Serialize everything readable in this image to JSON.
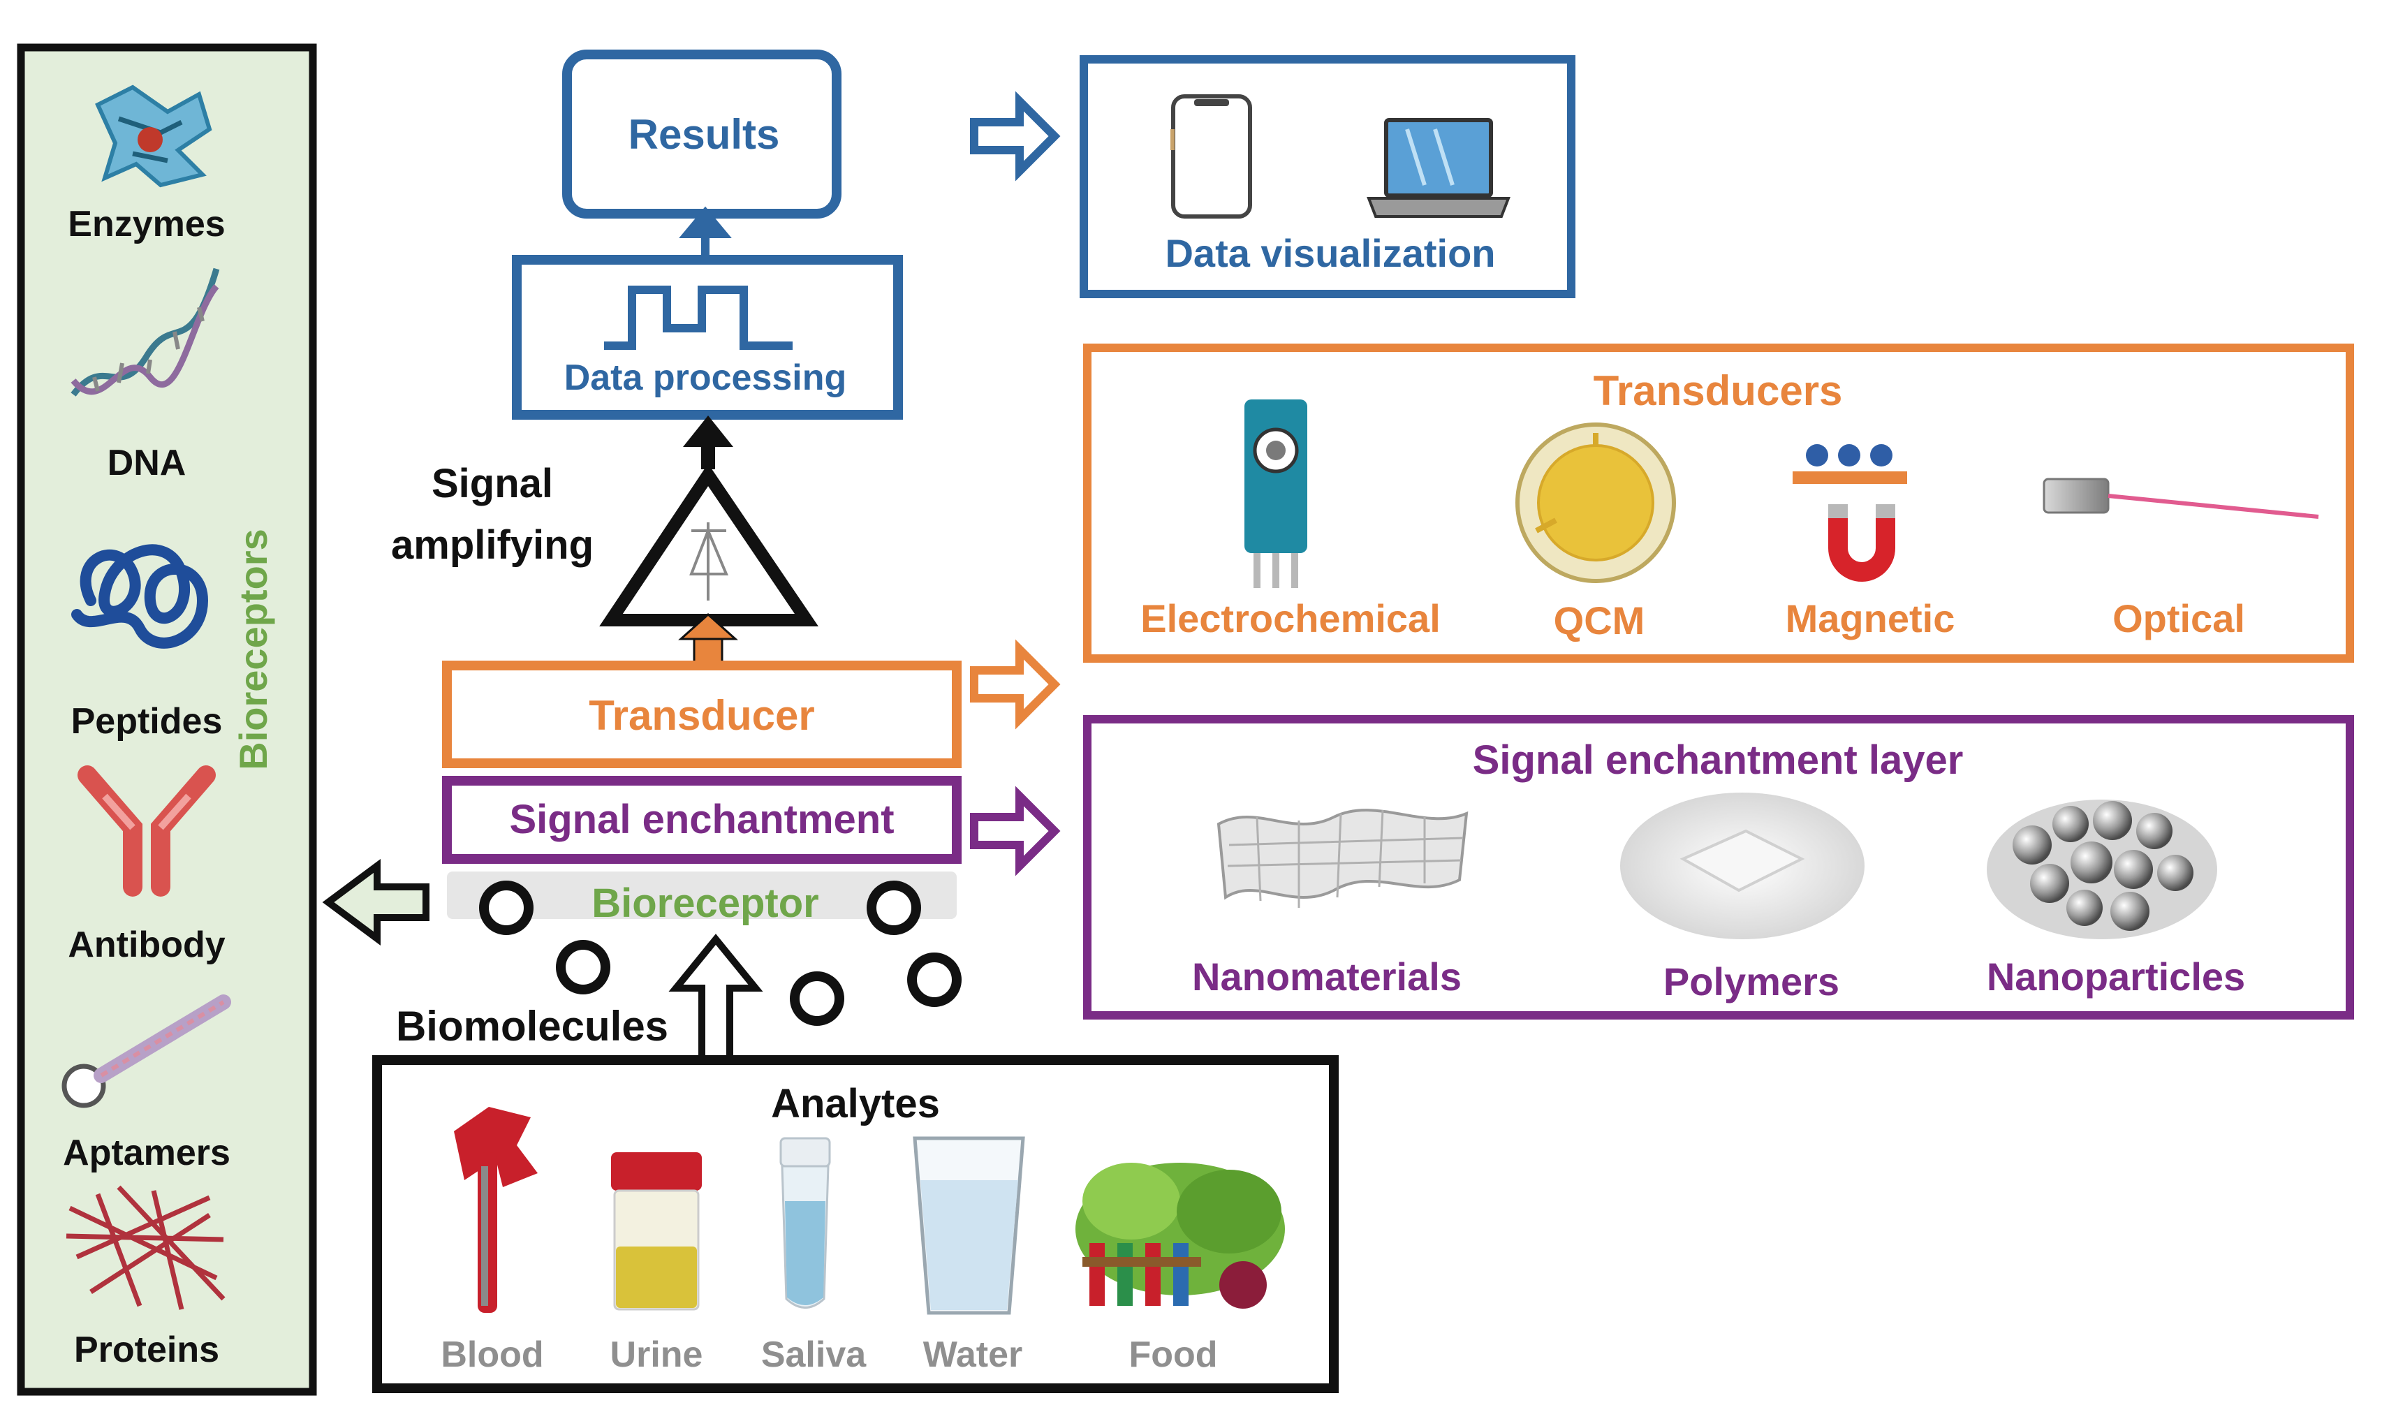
{
  "colors": {
    "blue": "#2f67a2",
    "orange": "#e8853d",
    "purple": "#7a2c86",
    "green": "#6fa64a",
    "black": "#111111",
    "panel": "#e3eedb",
    "grey": "#8f8f8f"
  },
  "bioreceptors": {
    "title": "Bioreceptors",
    "items": [
      {
        "label": "Enzymes",
        "icon": "enzyme-structure-icon"
      },
      {
        "label": "DNA",
        "icon": "dna-helix-icon"
      },
      {
        "label": "Peptides",
        "icon": "peptide-coil-icon"
      },
      {
        "label": "Antibody",
        "icon": "antibody-icon"
      },
      {
        "label": "Aptamers",
        "icon": "aptamer-icon"
      },
      {
        "label": "Proteins",
        "icon": "protein-fibers-icon"
      }
    ]
  },
  "pipeline": {
    "results": "Results",
    "data_processing": "Data processing",
    "signal_amplifying_line1": "Signal",
    "signal_amplifying_line2": "amplifying",
    "transducer": "Transducer",
    "signal_enchantment": "Signal enchantment",
    "bioreceptor": "Bioreceptor",
    "biomolecules": "Biomolecules"
  },
  "analytes": {
    "title": "Analytes",
    "items": [
      {
        "label": "Blood",
        "icon": "blood-sample-icon"
      },
      {
        "label": "Urine",
        "icon": "urine-cup-icon"
      },
      {
        "label": "Saliva",
        "icon": "saliva-tube-icon"
      },
      {
        "label": "Water",
        "icon": "water-glass-icon"
      },
      {
        "label": "Food",
        "icon": "food-vegetables-icon"
      }
    ]
  },
  "data_visualization": {
    "title": "Data visualization",
    "icons": [
      "smartphone-icon",
      "laptop-icon"
    ]
  },
  "transducers": {
    "title": "Transducers",
    "items": [
      {
        "label": "Electrochemical",
        "icon": "electrode-sensor-icon"
      },
      {
        "label": "QCM",
        "icon": "quartz-crystal-icon"
      },
      {
        "label": "Magnetic",
        "icon": "magnet-icon"
      },
      {
        "label": "Optical",
        "icon": "laser-icon"
      }
    ]
  },
  "signal_layer": {
    "title": "Signal enchantment layer",
    "items": [
      {
        "label": "Nanomaterials",
        "icon": "nanosheet-icon"
      },
      {
        "label": "Polymers",
        "icon": "polymer-icon"
      },
      {
        "label": "Nanoparticles",
        "icon": "nanoparticles-icon"
      }
    ]
  }
}
